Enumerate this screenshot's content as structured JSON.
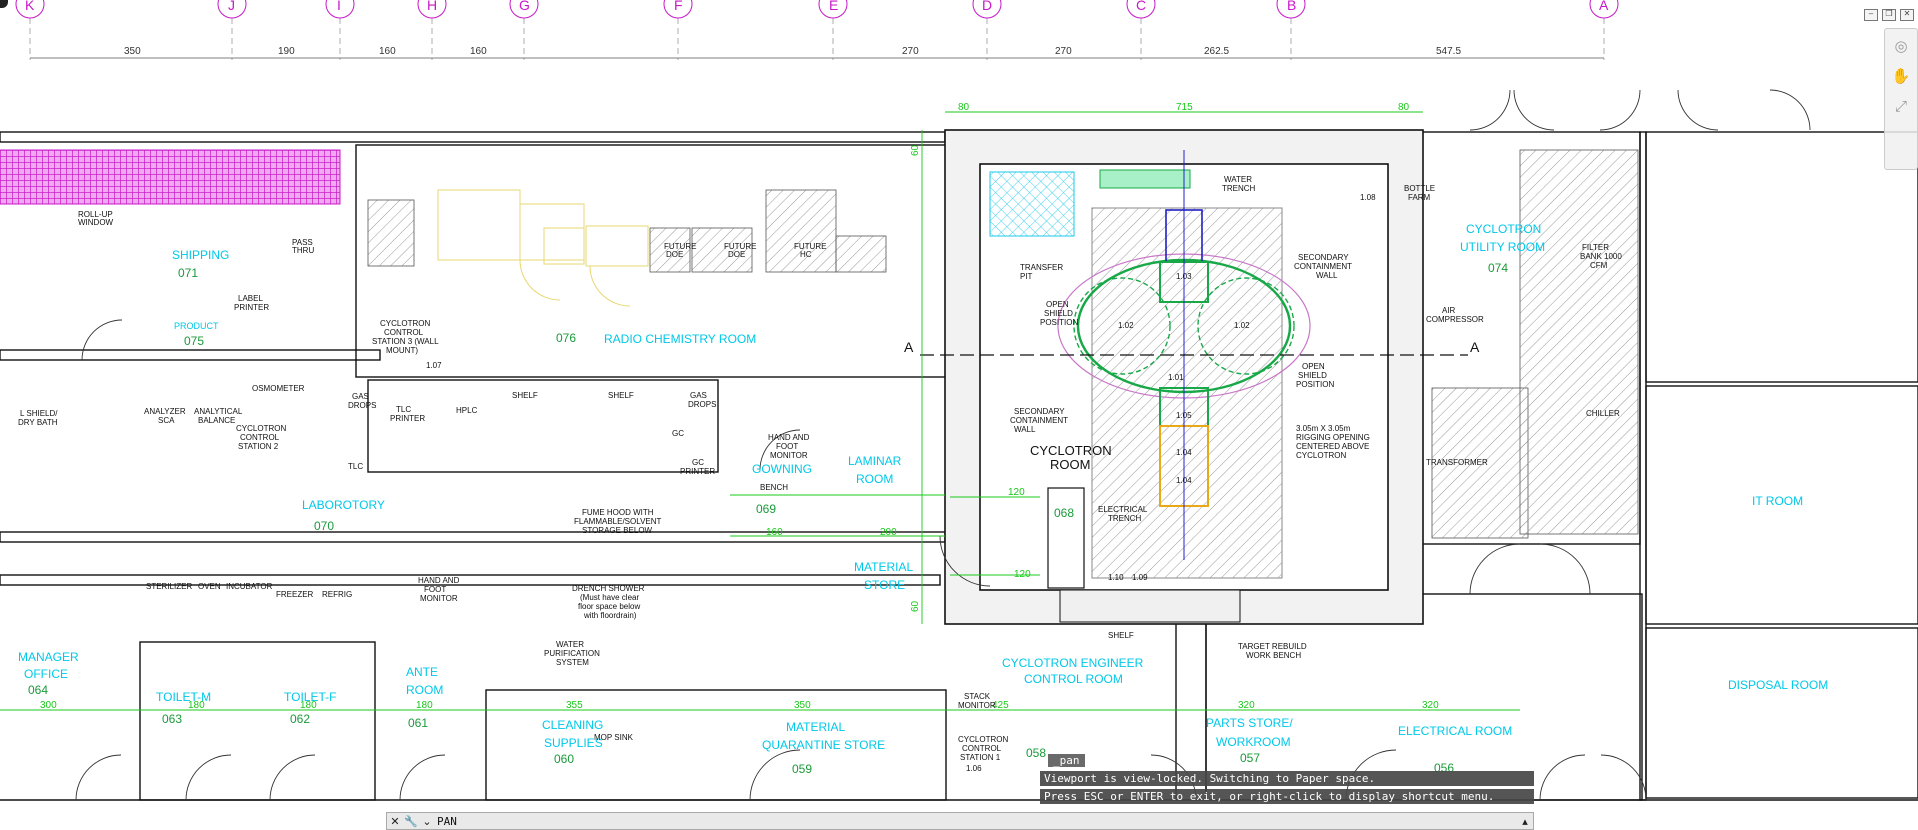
{
  "grid_labels": [
    "K",
    "J",
    "I",
    "H",
    "G",
    "F",
    "E",
    "D",
    "C",
    "B",
    "A"
  ],
  "top_dims": [
    "350",
    "190",
    "160",
    "160",
    "270",
    "270",
    "262.5",
    "547.5"
  ],
  "rooms": {
    "shipping": "SHIPPING",
    "shipping_no": "071",
    "product": "PRODUCT",
    "product_no": "075",
    "radio_chem": "RADIO CHEMISTRY ROOM",
    "radio_chem_no": "076",
    "lab": "LABOROTORY",
    "lab_no": "070",
    "gowning": "GOWNING",
    "gowning_no": "069",
    "laminar": "LAMINAR",
    "laminar2": "ROOM",
    "material_store": "MATERIAL",
    "material_store2": "STORE",
    "cyclotron_room": "CYCLOTRON",
    "cyclotron_room2": "ROOM",
    "cyclotron_utility": "CYCLOTRON",
    "cyclotron_utility2": "UTILITY ROOM",
    "cyclotron_utility_no": "074",
    "it_room": "IT ROOM",
    "manager": "MANAGER",
    "manager2": "OFFICE",
    "manager_no": "064",
    "toilet_m": "TOILET-M",
    "toilet_m_no": "063",
    "toilet_f": "TOILET-F",
    "toilet_f_no": "062",
    "ante": "ANTE",
    "ante2": "ROOM",
    "ante_no": "061",
    "cleaning": "CLEANING",
    "cleaning2": "SUPPLIES",
    "cleaning_no": "060",
    "quarantine": "MATERIAL",
    "quarantine2": "QUARANTINE STORE",
    "quarantine_no": "059",
    "engineer": "CYCLOTRON ENGINEER",
    "engineer2": "CONTROL ROOM",
    "engineer_no": "058",
    "parts": "PARTS STORE/",
    "parts2": "WORKROOM",
    "parts_no": "057",
    "electrical": "ELECTRICAL ROOM",
    "electrical_no": "056",
    "disposal": "DISPOSAL ROOM",
    "shelf_068": "068"
  },
  "labels": {
    "rollup": "ROLL-UP",
    "rollup2": "WINDOW",
    "pass_thru": "PASS",
    "pass_thru2": "THRU",
    "label_printer": "LABEL",
    "label_printer2": "PRINTER",
    "station3": "CYCLOTRON",
    "station3b": "CONTROL",
    "station3c": "STATION 3 (WALL",
    "station3d": "MOUNT)",
    "v107": "1.07",
    "future1": "FUTURE",
    "future1b": "DOE",
    "future2": "FUTURE",
    "future2b": "DOE",
    "future3": "FUTURE",
    "future3b": "HC",
    "osmometer": "OSMOMETER",
    "analyzer": "ANALYZER",
    "analyzer2": "SCA",
    "analytical": "ANALYTICAL",
    "analytical2": "BALANCE",
    "station2": "CYCLOTRON",
    "station2b": "CONTROL",
    "station2c": "STATION 2",
    "shield": "L SHIELD/",
    "shield2": "DRY BATH",
    "gas_drops": "GAS",
    "gas_drops2": "DROPS",
    "tlc_printer": "TLC",
    "tlc_printer2": "PRINTER",
    "hplc": "HPLC",
    "shelf": "SHELF",
    "tlc": "TLC",
    "gc": "GC",
    "gc_printer": "GC",
    "gc_printer2": "PRINTER",
    "hand_foot": "HAND AND",
    "hand_foot2": "FOOT",
    "hand_foot3": "MONITOR",
    "bench": "BENCH",
    "fume": "FUME HOOD WITH",
    "fume2": "FLAMMABLE/SOLVENT",
    "fume3": "STORAGE BELOW",
    "drench": "DRENCH SHOWER",
    "drench2": "(Must have clear",
    "drench3": "floor space below",
    "drench4": "with floordrain)",
    "water_pur": "WATER",
    "water_pur2": "PURIFICATION",
    "water_pur3": "SYSTEM",
    "mop": "MOP SINK",
    "sterilizer": "STERILIZER",
    "oven": "OVEN",
    "incubator": "INCUBATOR",
    "freezer": "FREEZER",
    "refrig": "REFRIG",
    "water_trench": "WATER",
    "water_trench2": "TRENCH",
    "transfer_pit": "TRANSFER",
    "transfer_pit2": "PIT",
    "open_shield": "OPEN",
    "open_shield2": "SHIELD",
    "open_shield3": "POSITION",
    "secondary": "SECONDARY",
    "secondary2": "CONTAINMENT",
    "secondary3": "WALL",
    "rigging": "3.05m X 3.05m",
    "rigging2": "RIGGING OPENING",
    "rigging3": "CENTERED ABOVE",
    "rigging4": "CYCLOTRON",
    "elec_trench": "ELECTRICAL",
    "elec_trench2": "TRENCH",
    "bottle": "BOTTLE",
    "bottle2": "FARM",
    "filter": "FILTER",
    "filter2": "BANK 1000",
    "filter3": "CFM",
    "air": "AIR",
    "air2": "COMPRESSOR",
    "chiller": "CHILLER",
    "transformer": "TRANSFORMER",
    "target": "TARGET REBUILD",
    "target2": "WORK BENCH",
    "stack": "STACK",
    "stack2": "MONITOR",
    "station1": "CYCLOTRON",
    "station1b": "CONTROL",
    "station1c": "STATION 1",
    "station1d": "1.06",
    "section": "A",
    "v101": "1.01",
    "v102": "1.02",
    "v103": "1.03",
    "v104": "1.04",
    "v105": "1.05",
    "v108": "1.08",
    "v109": "1.09",
    "v110": "1.10"
  },
  "green_dims": [
    "80",
    "715",
    "80",
    "60",
    "120",
    "160",
    "200",
    "120",
    "60",
    "300",
    "180",
    "180",
    "180",
    "355",
    "350",
    "425",
    "320",
    "320"
  ],
  "command": {
    "echo": "_pan",
    "line1": "Viewport is view-locked. Switching to Paper space.",
    "line2": "Press ESC or ENTER to exit, or right-click to display shortcut menu.",
    "input_label": "PAN"
  },
  "colors": {
    "grid": "#c818c8",
    "room": "#00c8e8",
    "tag": "#1a9a3a",
    "dim_green": "#18c818",
    "wall": "#111111",
    "door": "#b01818"
  }
}
